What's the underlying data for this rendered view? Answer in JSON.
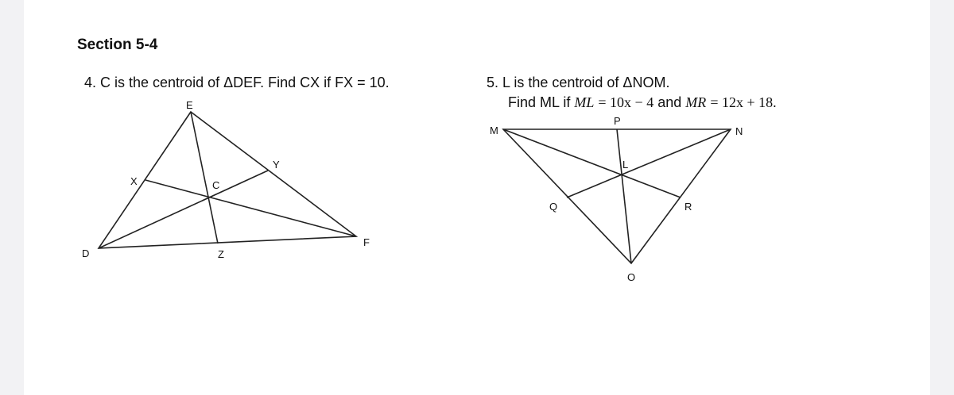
{
  "section_title": "Section 5-4",
  "problem4": {
    "text": "4. C is the centroid of ΔDEF.  Find CX if FX = 10.",
    "labels": {
      "E": "E",
      "D": "D",
      "F": "F",
      "X": "X",
      "Y": "Y",
      "Z": "Z",
      "C": "C"
    }
  },
  "problem5": {
    "line1": "5.  L is the centroid of ΔNOM.",
    "find": "Find ML if",
    "eq1_lhs": "ML",
    "eq1_rhs": "= 10x − 4",
    "and": "and",
    "eq2_lhs": "MR",
    "eq2_rhs": "= 12x + 18.",
    "labels": {
      "M": "M",
      "N": "N",
      "O": "O",
      "P": "P",
      "Q": "Q",
      "R": "R",
      "L": "L"
    }
  }
}
